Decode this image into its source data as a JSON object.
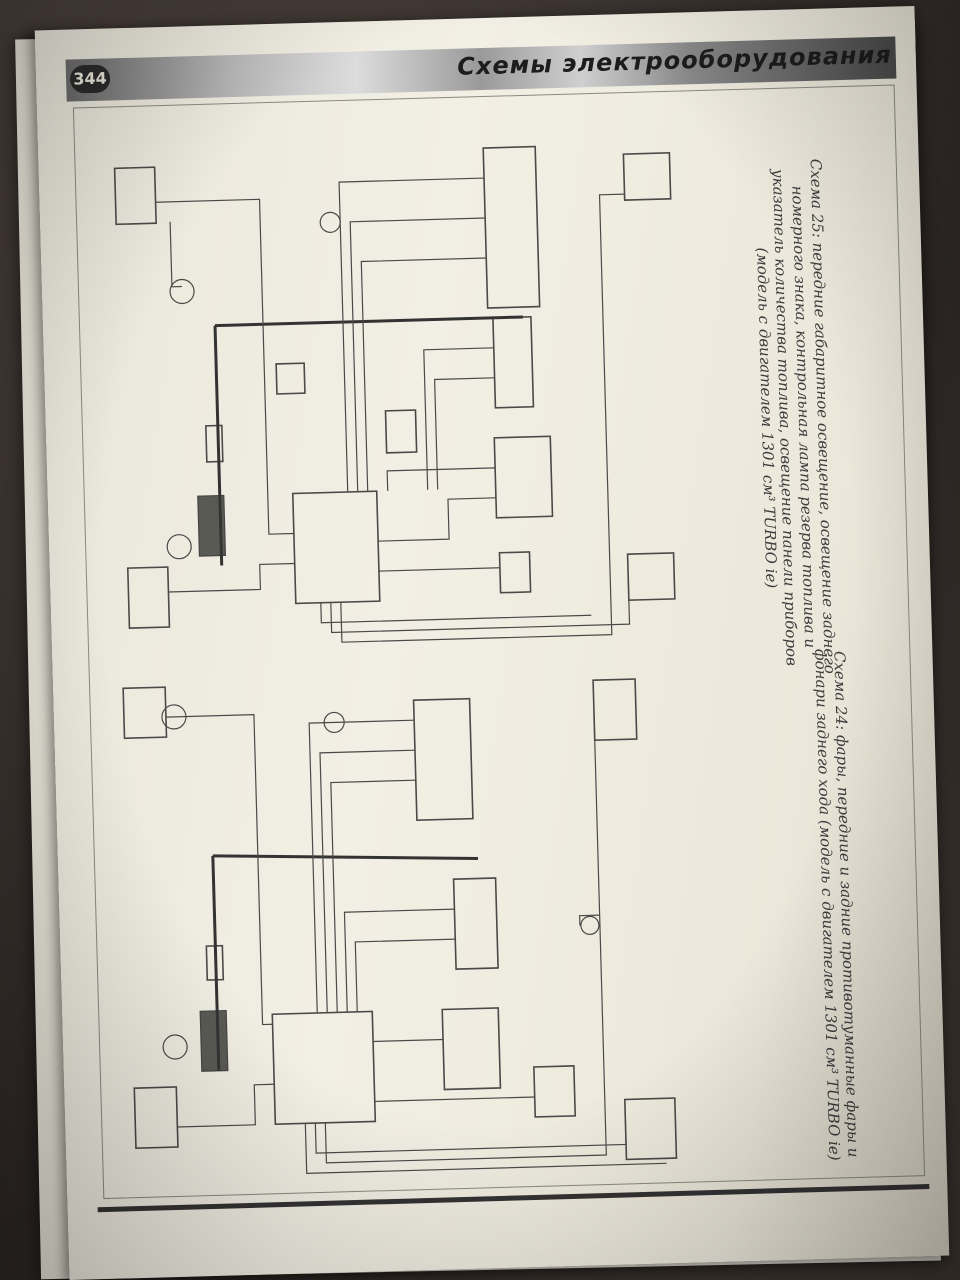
{
  "header": {
    "page_number": "344",
    "title": "Схемы электрооборудования"
  },
  "captions": {
    "scheme_24": {
      "line1": "Схема 24: фары, передние и задние противотуманные фары и",
      "line2": "фонари заднего хода (модель с двигателем 1301 см³ TURBO ie)"
    },
    "scheme_25": {
      "line1": "Схема 25: передние габаритное освещение, освещение заднего",
      "line2": "номерного знака, контрольная лампа резерва топлива и",
      "line3": "указатель количества топлива, освещение панели приборов",
      "line4": "(модель с двигателем 1301 см³ TURBO ie)"
    }
  }
}
